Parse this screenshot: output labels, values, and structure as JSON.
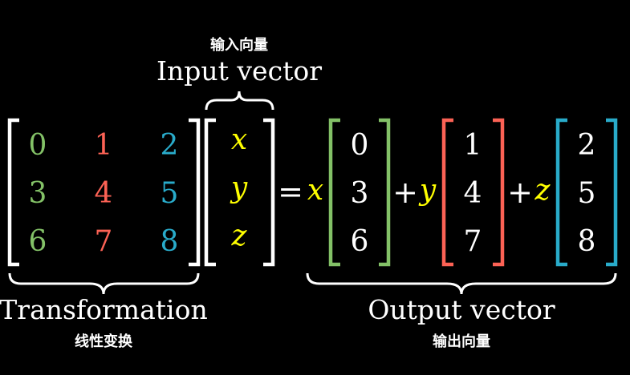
{
  "labels": {
    "input_cn": "输入向量",
    "input_en": "Input vector",
    "transformation_en": "Transformation",
    "transformation_cn": "线性变换",
    "output_en": "Output vector",
    "output_cn": "输出向量"
  },
  "matrix": {
    "rows": [
      [
        "0",
        "1",
        "2"
      ],
      [
        "3",
        "4",
        "5"
      ],
      [
        "6",
        "7",
        "8"
      ]
    ]
  },
  "input_vector": [
    "x",
    "y",
    "z"
  ],
  "equals": "=",
  "terms": [
    {
      "coef": "x",
      "values": [
        "0",
        "3",
        "6"
      ]
    },
    {
      "coef": "y",
      "values": [
        "1",
        "4",
        "7"
      ]
    },
    {
      "coef": "z",
      "values": [
        "2",
        "5",
        "8"
      ]
    }
  ],
  "plus": "+",
  "colors": {
    "background": "#000000",
    "text": "#ffffff",
    "column_1": "#83c167",
    "column_2": "#fc6255",
    "column_3": "#29abca",
    "variable": "#ffff00",
    "bracket": "#ffffff"
  }
}
